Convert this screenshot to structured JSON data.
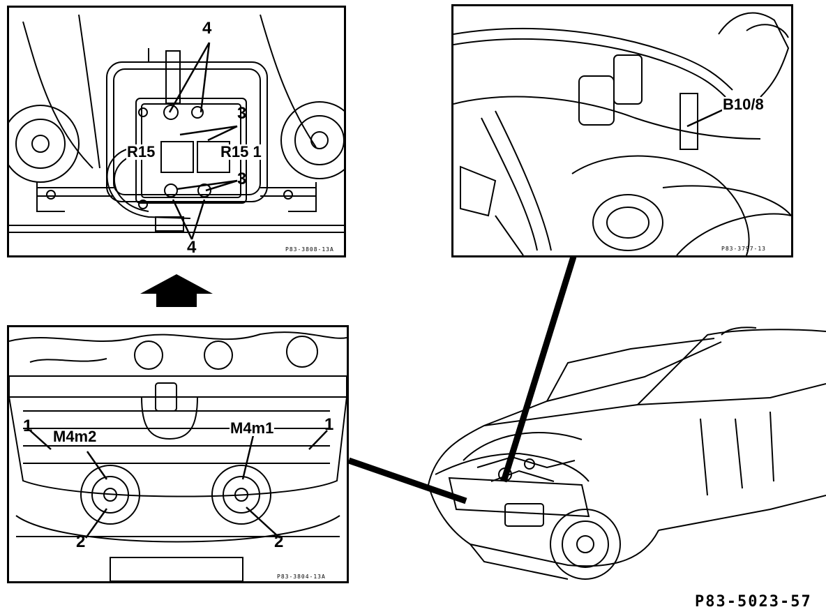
{
  "panel_relays": {
    "labels": {
      "r15": "R15",
      "r151": "R15 1",
      "num3_top": "3",
      "num3_bottom": "3",
      "num4_top": "4",
      "num4_bottom": "4"
    },
    "code": "P83-3808-13A"
  },
  "panel_sensor": {
    "labels": {
      "b108": "B10/8"
    },
    "code": "P83-3797-13"
  },
  "panel_horns": {
    "labels": {
      "m4m2": "M4m2",
      "m4m1": "M4m1",
      "num1_left": "1",
      "num1_right": "1",
      "num2_left": "2",
      "num2_right": "2"
    },
    "code": "P83-3804-13A"
  },
  "figure_reference": "P83-5023-57"
}
